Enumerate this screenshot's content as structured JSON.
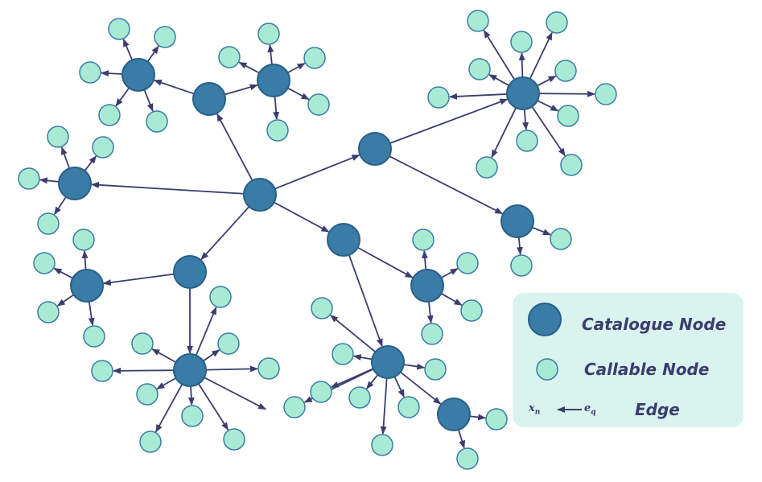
{
  "legend": {
    "catalogue_label": "Catalogue Node",
    "callable_label": "Callable Node",
    "edge_label": "Edge",
    "edge_from_symbol": "x",
    "edge_from_subscript": "n",
    "edge_to_symbol": "e",
    "edge_to_subscript": "q"
  },
  "colors": {
    "catalogue_fill": "#3a7ca5",
    "catalogue_stroke": "#28608a",
    "callable_fill": "#a8ead4",
    "callable_stroke": "#3a7ca5",
    "edge": "#3b3d6e",
    "legend_bg": "#d9f3ee"
  }
}
